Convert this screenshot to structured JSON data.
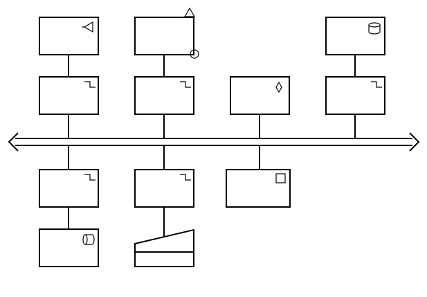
{
  "diagram": {
    "kind": "network-bus-block-diagram",
    "colors": {
      "stroke": "#000000",
      "background": "#ffffff"
    },
    "bus": {
      "name": "network-bus",
      "arrows": "both-ends"
    },
    "nodes": [
      {
        "id": "terminal-1",
        "icon": "triangle-left-icon"
      },
      {
        "id": "terminal-2",
        "icon": "triangle-circle-corner-icon"
      },
      {
        "id": "terminal-3",
        "icon": "database-cylinder-icon"
      },
      {
        "id": "interface-1",
        "icon": "step-signal-icon"
      },
      {
        "id": "interface-2",
        "icon": "step-signal-icon"
      },
      {
        "id": "node-diamond",
        "icon": "diamond-icon"
      },
      {
        "id": "interface-3",
        "icon": "step-signal-icon"
      },
      {
        "id": "interface-4",
        "icon": "step-signal-icon"
      },
      {
        "id": "interface-5",
        "icon": "step-signal-icon"
      },
      {
        "id": "node-square",
        "icon": "square-icon"
      },
      {
        "id": "storage-drum",
        "icon": "drum-cylinder-icon"
      },
      {
        "id": "manual-input",
        "icon": "manual-input-shape-icon"
      }
    ],
    "connections": [
      [
        "terminal-1",
        "interface-1"
      ],
      [
        "terminal-2",
        "interface-2"
      ],
      [
        "terminal-3",
        "interface-3"
      ],
      [
        "interface-1",
        "network-bus"
      ],
      [
        "interface-2",
        "network-bus"
      ],
      [
        "node-diamond",
        "network-bus"
      ],
      [
        "interface-3",
        "network-bus"
      ],
      [
        "network-bus",
        "interface-4"
      ],
      [
        "network-bus",
        "interface-5"
      ],
      [
        "network-bus",
        "node-square"
      ],
      [
        "interface-4",
        "storage-drum"
      ],
      [
        "interface-5",
        "manual-input"
      ]
    ]
  }
}
